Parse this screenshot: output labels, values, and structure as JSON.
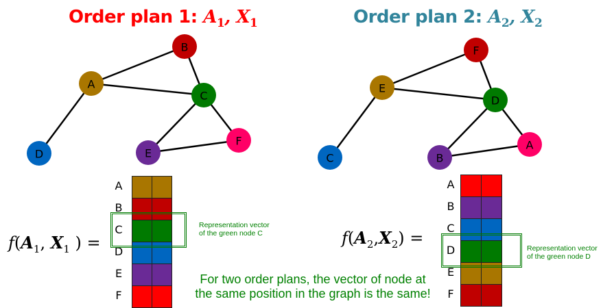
{
  "titles": {
    "plan1": {
      "prefix": "Order plan 1: ",
      "A": "A",
      "Asub": "1",
      "sep": ", ",
      "X": "X",
      "Xsub": "1",
      "color": "#ff0000"
    },
    "plan2": {
      "prefix": "Order plan 2: ",
      "A": "A",
      "Asub": "2",
      "sep": ", ",
      "X": "X",
      "Xsub": "2",
      "color": "#31849b"
    }
  },
  "colors": {
    "gold": "#a97600",
    "darkred": "#c00000",
    "green": "#007a00",
    "blue": "#0066c0",
    "purple": "#6a2a96",
    "red": "#ff0000",
    "pink": "#ff0066",
    "highlight": "#007a00",
    "note": "#008000"
  },
  "graph1": {
    "nodes": [
      {
        "id": "A",
        "color": "#a97600"
      },
      {
        "id": "B",
        "color": "#c00000"
      },
      {
        "id": "C",
        "color": "#007a00"
      },
      {
        "id": "D",
        "color": "#0066c0"
      },
      {
        "id": "E",
        "color": "#6a2a96"
      },
      {
        "id": "F",
        "color": "#ff0066"
      }
    ],
    "edges": [
      [
        "A",
        "B"
      ],
      [
        "A",
        "C"
      ],
      [
        "A",
        "D"
      ],
      [
        "B",
        "C"
      ],
      [
        "C",
        "E"
      ],
      [
        "C",
        "F"
      ],
      [
        "E",
        "F"
      ]
    ]
  },
  "graph2": {
    "nodes": [
      {
        "id": "E",
        "color": "#a97600"
      },
      {
        "id": "F",
        "color": "#c00000"
      },
      {
        "id": "D",
        "color": "#007a00"
      },
      {
        "id": "C",
        "color": "#0066c0"
      },
      {
        "id": "B",
        "color": "#6a2a96"
      },
      {
        "id": "A",
        "color": "#ff0066"
      }
    ],
    "edges": [
      [
        "E",
        "F"
      ],
      [
        "E",
        "D"
      ],
      [
        "E",
        "C"
      ],
      [
        "F",
        "D"
      ],
      [
        "D",
        "B"
      ],
      [
        "D",
        "A"
      ],
      [
        "B",
        "A"
      ]
    ]
  },
  "matrix1": {
    "formula": {
      "f": "f",
      "A": "A",
      "Asub": "1",
      "X": "X",
      "Xsub": "1",
      "eq": "="
    },
    "rows": [
      {
        "label": "A",
        "color": "#a97600"
      },
      {
        "label": "B",
        "color": "#c00000"
      },
      {
        "label": "C",
        "color": "#007a00"
      },
      {
        "label": "D",
        "color": "#0066c0"
      },
      {
        "label": "E",
        "color": "#6a2a96"
      },
      {
        "label": "F",
        "color": "#ff0000"
      }
    ],
    "highlighted_row": "C",
    "note": [
      "Representation vector",
      "of the green node C"
    ]
  },
  "matrix2": {
    "formula": {
      "f": "f",
      "A": "A",
      "Asub": "2",
      "X": "X",
      "Xsub": "2",
      "eq": "="
    },
    "rows": [
      {
        "label": "A",
        "color": "#ff0000"
      },
      {
        "label": "B",
        "color": "#6a2a96"
      },
      {
        "label": "C",
        "color": "#0066c0"
      },
      {
        "label": "D",
        "color": "#007a00"
      },
      {
        "label": "E",
        "color": "#a97600"
      },
      {
        "label": "F",
        "color": "#c00000"
      }
    ],
    "highlighted_row": "D",
    "note": [
      "Representation vector",
      "of the green node D"
    ]
  },
  "conclusion": [
    "For two order plans, the vector of node at",
    "the same position in the graph is the same!"
  ]
}
